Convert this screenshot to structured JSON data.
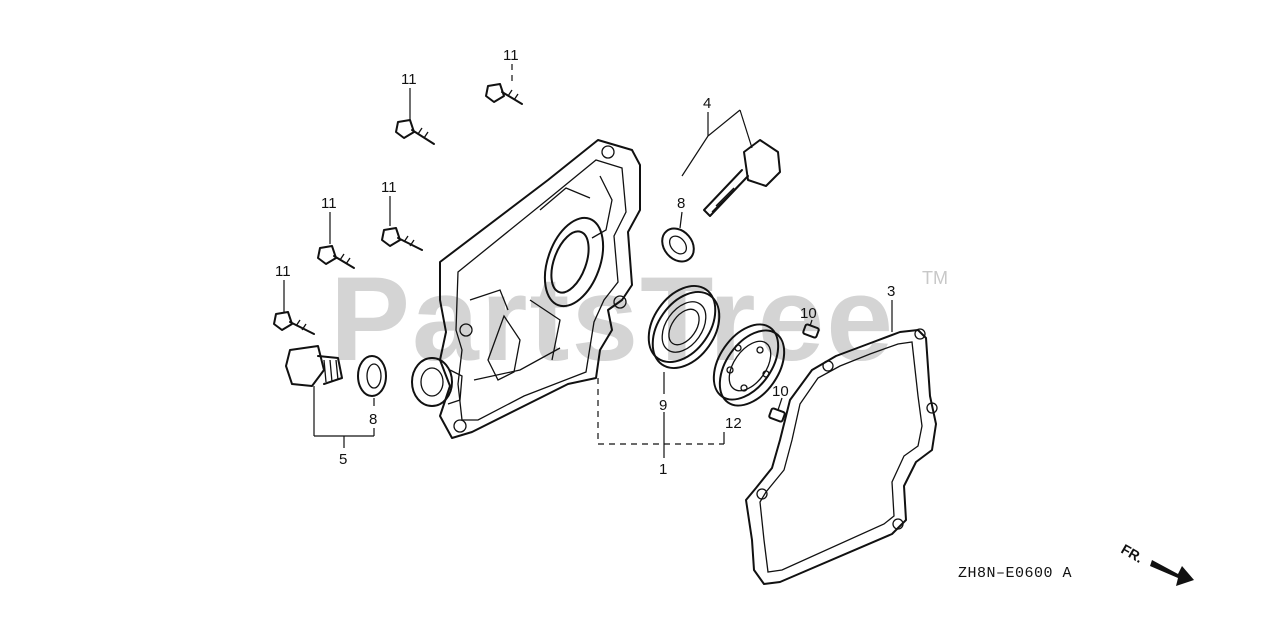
{
  "watermark": {
    "text": "PartsTree",
    "trademark": "TM"
  },
  "diagram_code": "ZH8N–E0600 A",
  "direction_label": "FR.",
  "callouts": {
    "c1": "1",
    "c3": "3",
    "c4": "4",
    "c5": "5",
    "c8a": "8",
    "c8b": "8",
    "c9": "9",
    "c10a": "10",
    "c10b": "10",
    "c11a": "11",
    "c11b": "11",
    "c11c": "11",
    "c11d": "11",
    "c11e": "11",
    "c12": "12"
  },
  "icons": {
    "bolt": "flange-bolt-icon",
    "plug": "drain-plug-icon",
    "washer": "washer-icon",
    "seal": "oil-seal-icon",
    "bearing": "ball-bearing-icon",
    "pin": "dowel-pin-icon",
    "dipstick": "oil-dipstick-icon",
    "gasket": "case-cover-gasket-icon",
    "cover": "crankcase-cover-icon",
    "arrow": "front-direction-arrow-icon"
  }
}
